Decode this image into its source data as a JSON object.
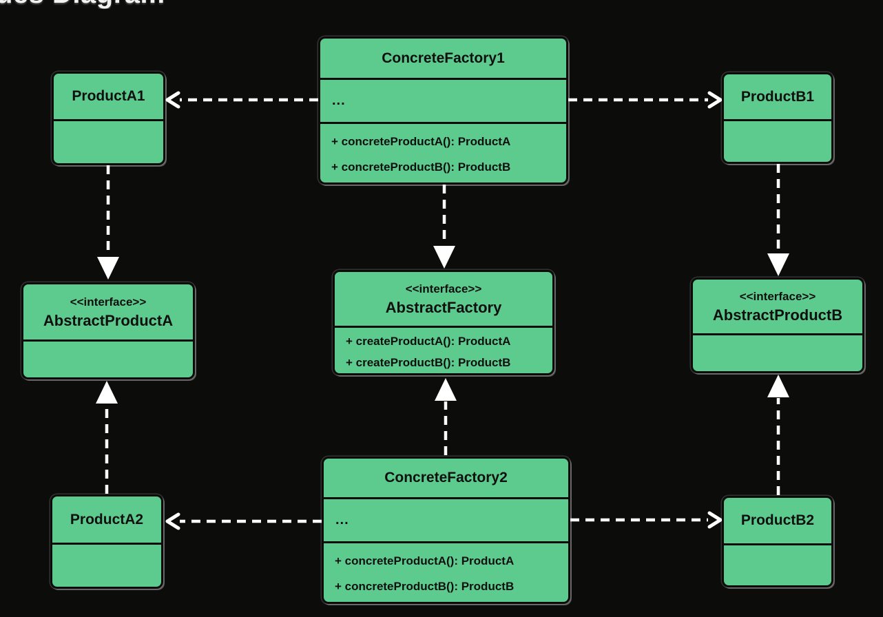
{
  "page": {
    "title_fragment": "ues Diagram"
  },
  "colors": {
    "background": "#0c0c0a",
    "node_fill": "#5dcb8d",
    "node_border": "#0b0b0b",
    "arrow": "#ffffff",
    "node_text": "#101010",
    "title_text": "#f3f3f3"
  },
  "diagram": {
    "type": "uml-class-diagram",
    "nodes": {
      "concrete_factory_1": {
        "name": "ConcreteFactory1",
        "attributes_placeholder": "...",
        "methods": [
          "+ concreteProductA(): ProductA",
          "+ concreteProductB(): ProductB"
        ]
      },
      "product_a1": {
        "name": "ProductA1"
      },
      "product_b1": {
        "name": "ProductB1"
      },
      "abstract_product_a": {
        "stereotype": "<<interface>>",
        "name": "AbstractProductA"
      },
      "abstract_factory": {
        "stereotype": "<<interface>>",
        "name": "AbstractFactory",
        "methods": [
          "+ createProductA(): ProductA",
          "+ createProductB(): ProductB"
        ]
      },
      "abstract_product_b": {
        "stereotype": "<<interface>>",
        "name": "AbstractProductB"
      },
      "concrete_factory_2": {
        "name": "ConcreteFactory2",
        "attributes_placeholder": "...",
        "methods": [
          "+ concreteProductA(): ProductA",
          "+ concreteProductB(): ProductB"
        ]
      },
      "product_a2": {
        "name": "ProductA2"
      },
      "product_b2": {
        "name": "ProductB2"
      }
    },
    "edges": [
      {
        "from": "ConcreteFactory1",
        "to": "ProductA1",
        "style": "dashed-open-arrow"
      },
      {
        "from": "ConcreteFactory1",
        "to": "ProductB1",
        "style": "dashed-open-arrow"
      },
      {
        "from": "ConcreteFactory1",
        "to": "AbstractFactory",
        "style": "dashed-filled-triangle"
      },
      {
        "from": "ProductA1",
        "to": "AbstractProductA",
        "style": "dashed-filled-triangle"
      },
      {
        "from": "ProductB1",
        "to": "AbstractProductB",
        "style": "dashed-filled-triangle"
      },
      {
        "from": "ConcreteFactory2",
        "to": "AbstractFactory",
        "style": "dashed-filled-triangle"
      },
      {
        "from": "ProductA2",
        "to": "AbstractProductA",
        "style": "dashed-filled-triangle"
      },
      {
        "from": "ProductB2",
        "to": "AbstractProductB",
        "style": "dashed-filled-triangle"
      },
      {
        "from": "ConcreteFactory2",
        "to": "ProductA2",
        "style": "dashed-open-arrow"
      },
      {
        "from": "ConcreteFactory2",
        "to": "ProductB2",
        "style": "dashed-open-arrow"
      }
    ]
  }
}
